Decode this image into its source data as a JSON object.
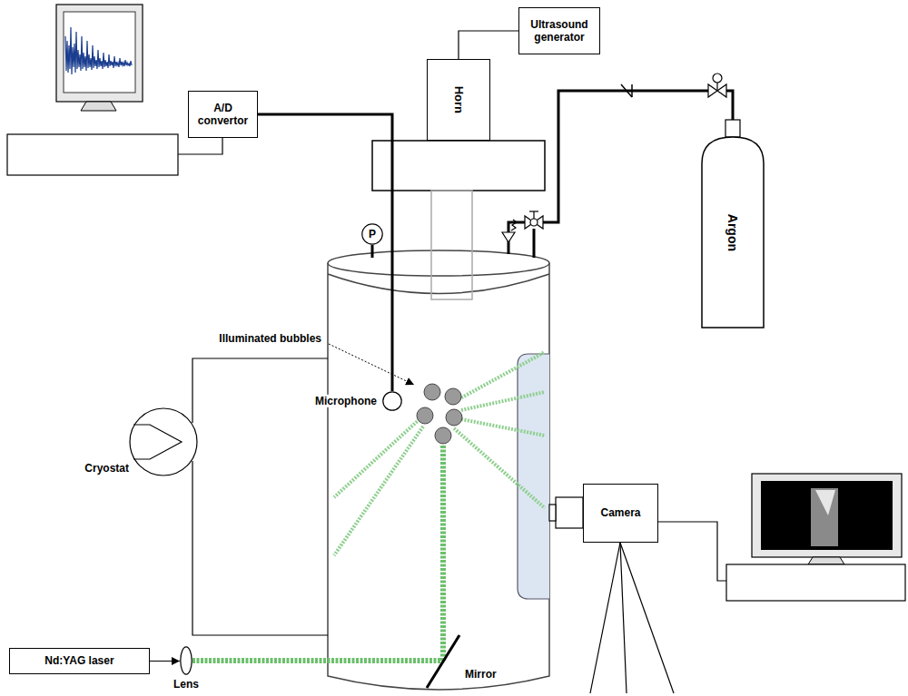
{
  "diagram": {
    "nodes": [
      {
        "text": [
          "Ultrasound generator"
        ]
      },
      {
        "text": [
          "Horn"
        ]
      },
      {
        "text": [
          "A/D convertor"
        ]
      },
      {
        "text": [
          "P"
        ]
      },
      {
        "text": [
          "Microphone"
        ]
      },
      {
        "text": [
          "Argon"
        ]
      },
      {
        "text": [
          "Cryostat"
        ]
      },
      {
        "text": [
          "Nd:YAG laser"
        ]
      },
      {
        "text": [
          "Lens"
        ]
      },
      {
        "text": [
          "Camera"
        ]
      }
    ],
    "edges": [
      {
        "from": 0,
        "to": 1,
        "arrow": "none"
      },
      {
        "from": 2,
        "to": 4,
        "arrow": "none"
      },
      {
        "from": 7,
        "to": 8,
        "arrow": "to"
      }
    ],
    "labels": [
      "Illuminated bubbles",
      "Mirror"
    ]
  }
}
